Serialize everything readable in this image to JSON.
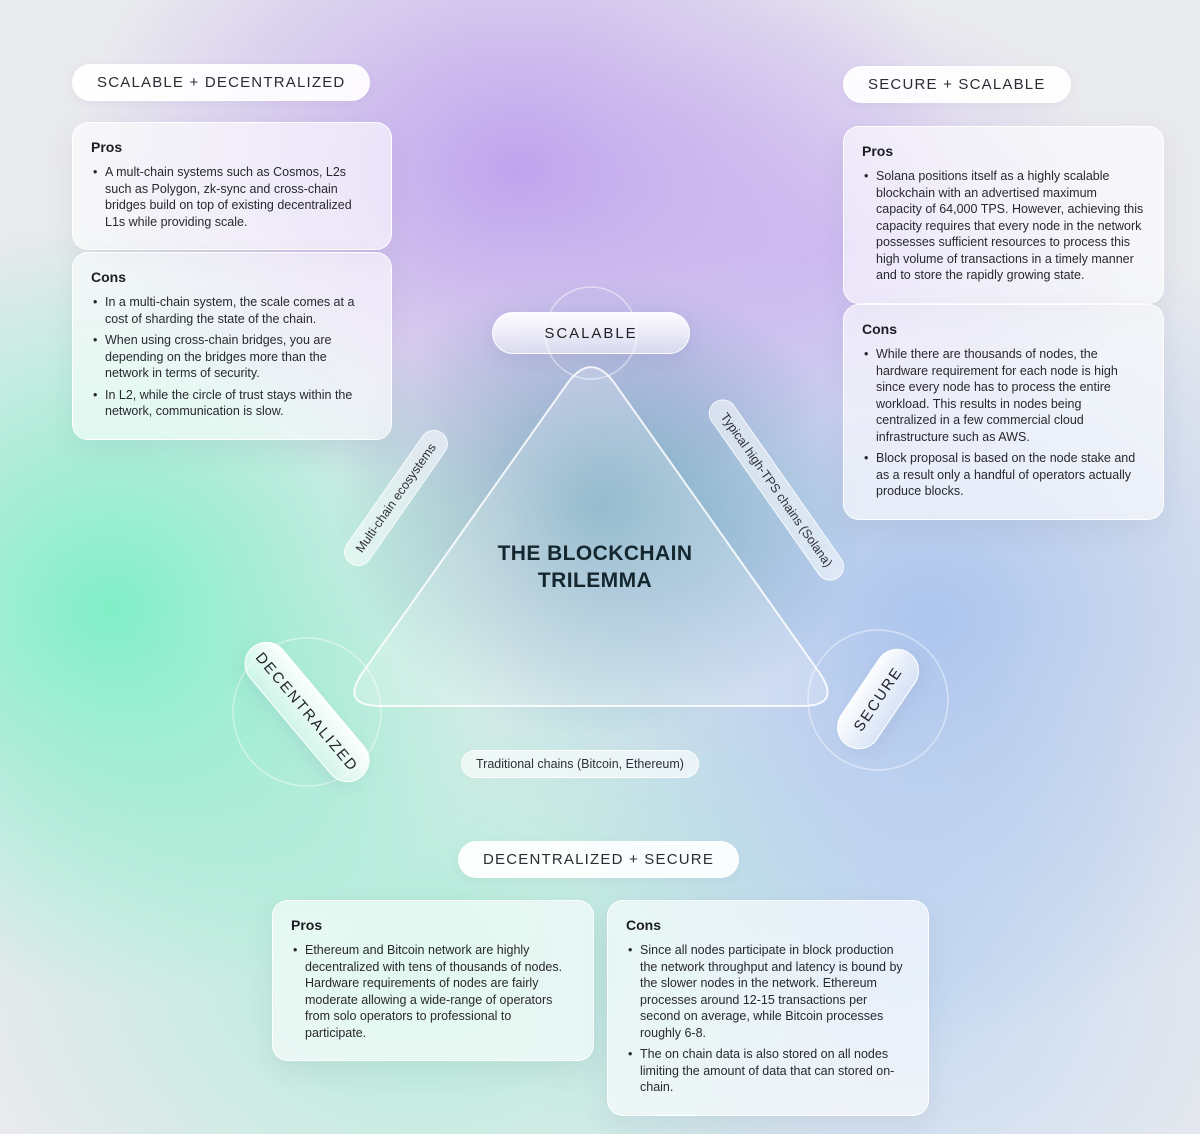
{
  "title": "THE BLOCKCHAIN TRILEMMA",
  "triangle": {
    "vertices": {
      "top": "SCALABLE",
      "bottom_left": "DECENTRALIZED",
      "bottom_right": "SECURE"
    },
    "edges": {
      "left": "Multi-chain ecosystems",
      "right": "Typical high-TPS chains (Solana)",
      "bottom": "Traditional chains (Bitcoin, Ethereum)"
    }
  },
  "sections": {
    "scalable_decentralized": {
      "label": "SCALABLE + DECENTRALIZED",
      "pros": {
        "title": "Pros",
        "items": [
          "A mult-chain systems such as Cosmos, L2s such as Polygon, zk-sync and cross-chain bridges build on top of existing decentralized L1s while providing scale."
        ]
      },
      "cons": {
        "title": "Cons",
        "items": [
          "In a multi-chain system, the scale comes at a cost of sharding the state of the chain.",
          "When using cross-chain bridges, you are depending on the bridges more than the network in terms of security.",
          "In L2, while the circle of trust stays within the network, communication is slow."
        ]
      }
    },
    "secure_scalable": {
      "label": "SECURE + SCALABLE",
      "pros": {
        "title": "Pros",
        "items": [
          "Solana positions itself as a highly scalable blockchain with an advertised maximum capacity of 64,000 TPS. However, achieving this capacity requires that every node in the network possesses sufficient resources to process this high volume of transactions in a timely manner and to store the rapidly growing state."
        ]
      },
      "cons": {
        "title": "Cons",
        "items": [
          "While there are thousands of nodes, the hardware requirement for each node is high since every node has to process the entire workload. This results in nodes being centralized in a few commercial cloud infrastructure such as AWS.",
          "Block proposal is based on the node stake and as a result only a handful of operators actually produce blocks."
        ]
      }
    },
    "decentralized_secure": {
      "label": "DECENTRALIZED + SECURE",
      "pros": {
        "title": "Pros",
        "items": [
          "Ethereum and Bitcoin network are highly decentralized with tens of thousands of nodes. Hardware requirements of nodes are fairly moderate allowing a wide-range of operators from solo operators to professional to participate."
        ]
      },
      "cons": {
        "title": "Cons",
        "items": [
          "Since all nodes participate in block production the network throughput and latency is bound by the slower nodes in the network. Ethereum processes around 12-15 transactions per second on average, while Bitcoin processes roughly 6-8.",
          "The on chain data is also stored on all nodes limiting the amount of data that can stored on-chain."
        ]
      }
    }
  },
  "colors": {
    "background_purple": "#b692ee",
    "background_mint": "#66f0be",
    "background_blue": "#87afee",
    "center_teal": "#267d9b",
    "card_background": "#ffffff",
    "text_dark": "#1d2228"
  }
}
